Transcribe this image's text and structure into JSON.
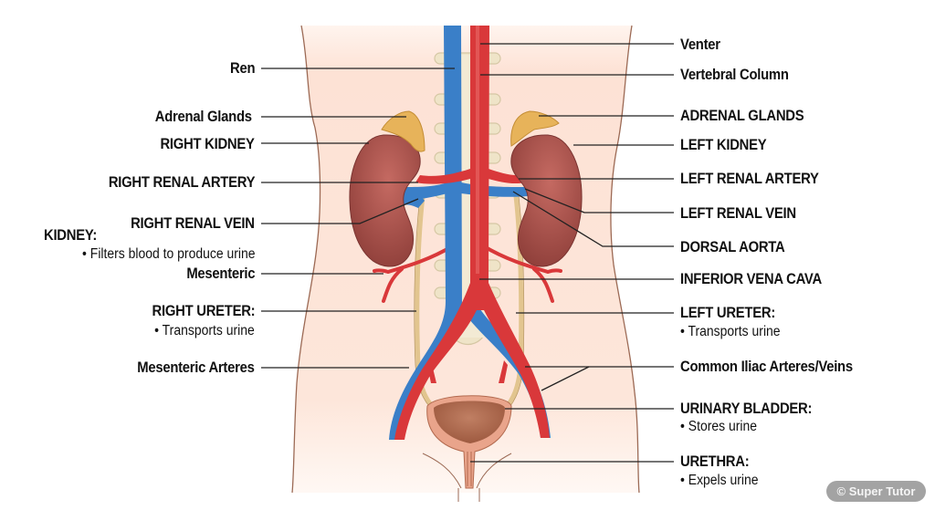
{
  "diagram": {
    "subject": "Urinary system anatomy (posterior abdominal view)",
    "colors": {
      "skin": "#fde3d6",
      "skin_outline": "#9c6a55",
      "vein": "#3a7fc8",
      "artery": "#d9383a",
      "kidney": "#a8504a",
      "adrenal": "#e7b35a",
      "ureter": "#e2c58f",
      "vertebra": "#efe4c8",
      "bladder": "#b26a4f",
      "leader_line": "#222222",
      "badge_bg": "#a3a3a3"
    },
    "left_labels": [
      {
        "id": "ren",
        "title": "Ren"
      },
      {
        "id": "adrenal-glands-right",
        "title": "Adrenal Glands"
      },
      {
        "id": "right-kidney",
        "title": "RIGHT KIDNEY"
      },
      {
        "id": "right-renal-artery",
        "title": "RIGHT RENAL ARTERY"
      },
      {
        "id": "right-renal-vein",
        "title": "RIGHT RENAL VEIN"
      },
      {
        "id": "kidney-note",
        "title": "KIDNEY:",
        "note": "• Filters blood to produce urine"
      },
      {
        "id": "mesenteric",
        "title": "Mesenteric"
      },
      {
        "id": "right-ureter",
        "title": "RIGHT URETER:",
        "note": "• Transports urine"
      },
      {
        "id": "mesenteric-arteres",
        "title": "Mesenteric Arteres"
      }
    ],
    "right_labels": [
      {
        "id": "venter",
        "title": "Venter"
      },
      {
        "id": "vertebral-column",
        "title": "Vertebral Column"
      },
      {
        "id": "adrenal-glands-left",
        "title": "ADRENAL GLANDS"
      },
      {
        "id": "left-kidney",
        "title": "LEFT KIDNEY"
      },
      {
        "id": "left-renal-artery",
        "title": "LEFT RENAL ARTERY"
      },
      {
        "id": "left-renal-vein",
        "title": "LEFT RENAL VEIN"
      },
      {
        "id": "dorsal-aorta",
        "title": "DORSAL AORTA"
      },
      {
        "id": "inferior-vena-cava",
        "title": "INFERIOR VENA CAVA"
      },
      {
        "id": "left-ureter",
        "title": "LEFT URETER:",
        "note": "• Transports urine"
      },
      {
        "id": "common-iliac",
        "title": "Common Iliac Arteres/Veins"
      },
      {
        "id": "urinary-bladder",
        "title": "URINARY BLADDER:",
        "note": "• Stores urine"
      },
      {
        "id": "urethra",
        "title": "URETHRA:",
        "note": "• Expels urine"
      }
    ],
    "watermark": "© Super Tutor"
  }
}
